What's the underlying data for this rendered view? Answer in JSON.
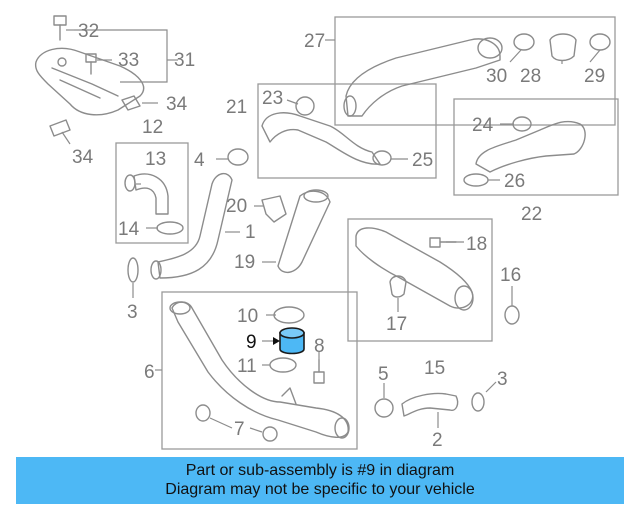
{
  "diagram": {
    "callouts": [
      "32",
      "33",
      "31",
      "34",
      "12",
      "34",
      "13",
      "14",
      "4",
      "1",
      "3",
      "20",
      "19",
      "21",
      "23",
      "25",
      "27",
      "30",
      "28",
      "29",
      "24",
      "26",
      "22",
      "18",
      "16",
      "17",
      "15",
      "10",
      "9",
      "8",
      "11",
      "7",
      "6",
      "5",
      "2",
      "3"
    ],
    "highlighted_part": "9",
    "highlight_color": "#4db8f5"
  },
  "banner": {
    "line1": "Part or sub-assembly is #9 in diagram",
    "line2": "Diagram may not be specific to your vehicle",
    "background": "#4db8f5"
  }
}
